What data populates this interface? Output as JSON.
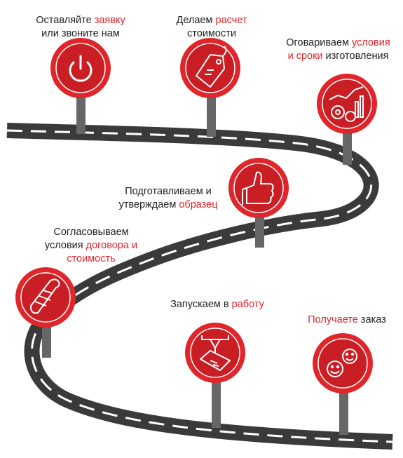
{
  "colors": {
    "accent": "#e0252b",
    "road": "#3a3a3a",
    "road_marking": "#ffffff",
    "pole": "#666666",
    "text": "#222222"
  },
  "steps": [
    {
      "icon": "power-icon",
      "line1": [
        "Оставляйте ",
        "заявку"
      ],
      "line2": [
        "или звоните нам",
        ""
      ]
    },
    {
      "icon": "price-tag-icon",
      "line1": [
        "Делаем ",
        "расчет"
      ],
      "line2": [
        "стоимости",
        ""
      ]
    },
    {
      "icon": "gears-chart-icon",
      "line1": [
        "Оговариваем ",
        "условия"
      ],
      "line2": [
        "и сроки",
        " изготовления"
      ]
    },
    {
      "icon": "thumbs-up-icon",
      "line1": [
        "Подготавливаем и",
        ""
      ],
      "line2": [
        "утверждаем ",
        "образец"
      ]
    },
    {
      "icon": "scroll-icon",
      "line1": [
        "Согласовываем",
        ""
      ],
      "line2": [
        "условия ",
        "договора и"
      ],
      "line3": [
        "",
        "стоимость"
      ]
    },
    {
      "icon": "laser-cutter-icon",
      "line1": [
        "Запускаем в ",
        "работу"
      ]
    },
    {
      "icon": "happy-faces-icon",
      "line1": [
        "Получаете",
        " заказ"
      ]
    }
  ]
}
